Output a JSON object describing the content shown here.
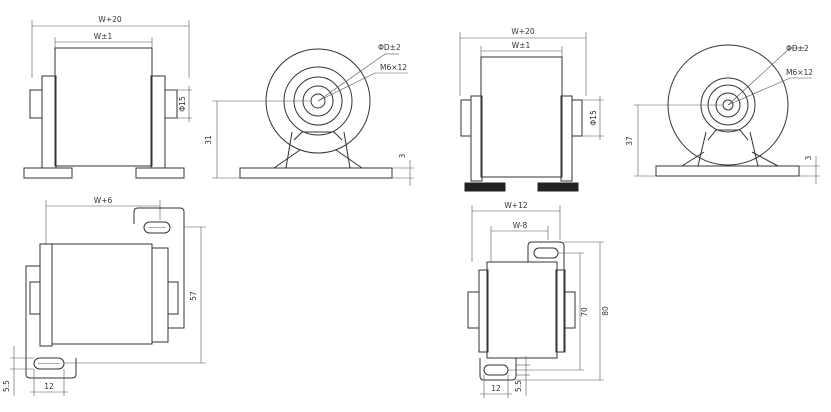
{
  "views": {
    "left_front": {
      "dim_overall": "W+20",
      "dim_body": "W±1",
      "dim_shaft": "Φ15"
    },
    "left_side": {
      "dim_roller": "ΦD±2",
      "dim_screw": "M6×12",
      "dim_height": "31",
      "dim_base": "3"
    },
    "right_front": {
      "dim_overall": "W+20",
      "dim_body": "W±1",
      "dim_shaft": "Φ15"
    },
    "right_side": {
      "dim_roller": "ΦD±2",
      "dim_screw": "M6×12",
      "dim_height": "37",
      "dim_base": "3"
    },
    "left_top": {
      "dim_width": "W+6",
      "dim_length": "57",
      "dim_slot_offset": "5.5",
      "dim_slot": "12"
    },
    "right_top": {
      "dim_width": "W+12",
      "dim_inner": "W-8",
      "dim_inner_length": "70",
      "dim_length": "80",
      "dim_slot_offset": "5.5",
      "dim_slot": "12"
    }
  }
}
